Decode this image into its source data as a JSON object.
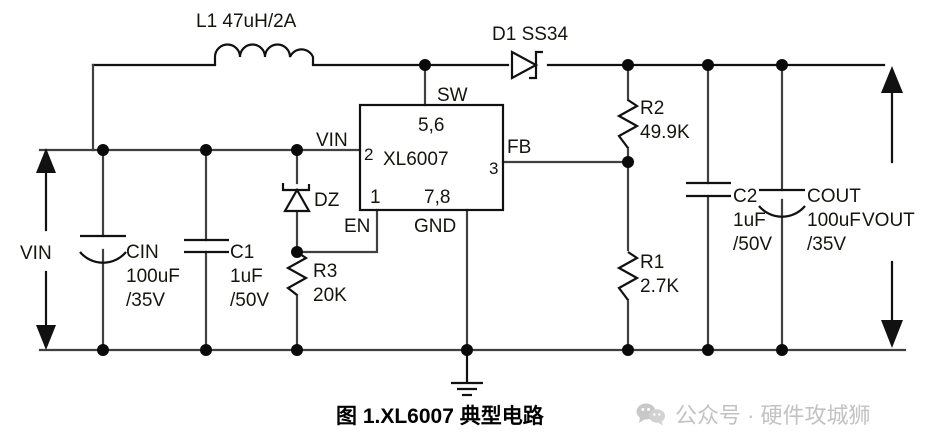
{
  "figure": {
    "caption": "图 1.XL6007 典型电路",
    "watermark_text": "公众号 · 硬件攻城狮",
    "watermark_icon": "wechat-icon"
  },
  "ports": {
    "vin_label": "VIN",
    "vout_label": "VOUT"
  },
  "ic": {
    "part_number": "XL6007",
    "pins": {
      "vin_name": "VIN",
      "vin_number": "2",
      "sw_name": "SW",
      "sw_number": "5,6",
      "fb_name": "FB",
      "fb_number": "3",
      "en_name": "EN",
      "en_number": "1",
      "gnd_name": "GND",
      "gnd_number": "7,8"
    }
  },
  "components": {
    "l1": {
      "ref": "L1",
      "value": "47uH/2A",
      "label": "L1 47uH/2A",
      "type": "inductor"
    },
    "d1": {
      "ref": "D1",
      "value": "SS34",
      "label": "D1 SS34",
      "type": "schottky-diode"
    },
    "dz": {
      "ref": "DZ",
      "value": "",
      "label": "DZ",
      "type": "zener-diode"
    },
    "cin": {
      "ref": "CIN",
      "value_line1": "100uF",
      "value_line2": "/35V",
      "type": "polarized-capacitor"
    },
    "c1": {
      "ref": "C1",
      "value_line1": "1uF",
      "value_line2": "/50V",
      "type": "capacitor"
    },
    "c2": {
      "ref": "C2",
      "value_line1": "1uF",
      "value_line2": "/50V",
      "type": "capacitor"
    },
    "cout": {
      "ref": "COUT",
      "value_line1": "100uF",
      "value_line2": "/35V",
      "type": "polarized-capacitor"
    },
    "r1": {
      "ref": "R1",
      "value": "2.7K",
      "type": "resistor"
    },
    "r2": {
      "ref": "R2",
      "value": "49.9K",
      "type": "resistor"
    },
    "r3": {
      "ref": "R3",
      "value": "20K",
      "type": "resistor"
    }
  },
  "symbols": {
    "ground": "ground-icon",
    "vin_arrow_up": "arrow-up-icon",
    "vin_arrow_down": "arrow-down-icon",
    "vout_arrow_up": "arrow-up-icon",
    "vout_arrow_down": "arrow-down-icon"
  },
  "colors": {
    "wire": "#404040",
    "component": "#111111",
    "text": "#15150f",
    "background": "#ffffff",
    "watermark": "#c2c2c2"
  }
}
